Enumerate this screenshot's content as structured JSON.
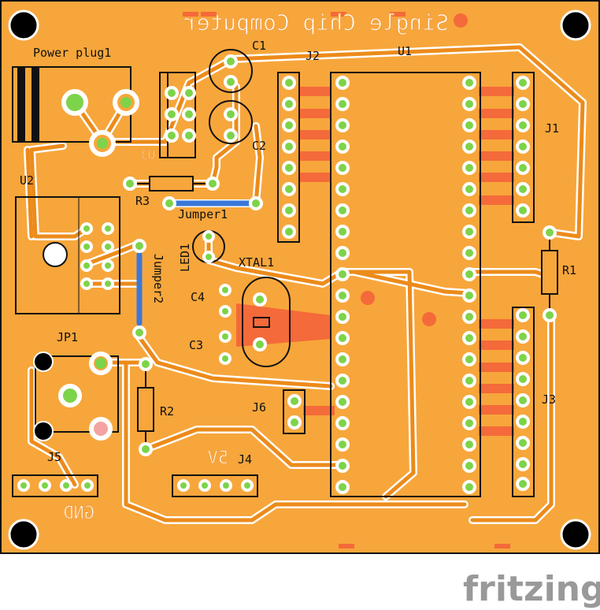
{
  "board_title": "Single Chip Computer",
  "labels": {
    "power_plug": "Power plug1",
    "c1": "C1",
    "c2": "C2",
    "j2": "J2",
    "u1": "U1",
    "j1": "J1",
    "u3": "U3",
    "u2": "U2",
    "r3": "R3",
    "jumper1": "Jumper1",
    "led1": "LED1",
    "xtal1": "XTAL1",
    "jumper2": "Jumper2",
    "c4": "C4",
    "c3": "C3",
    "r1": "R1",
    "jp1": "JP1",
    "r2": "R2",
    "j6": "J6",
    "j3": "J3",
    "j5": "J5",
    "j4": "J4",
    "gnd": "GND",
    "five_v": "5V"
  },
  "brand": "fritzing",
  "colors": {
    "board": "#f7a63b",
    "trace": "#ec8b1a",
    "pad_ring": "#ffffff",
    "pad_center": "#7dd34a",
    "copper_top": "#f46a3a",
    "jumper_wire": "#3a78d8"
  }
}
